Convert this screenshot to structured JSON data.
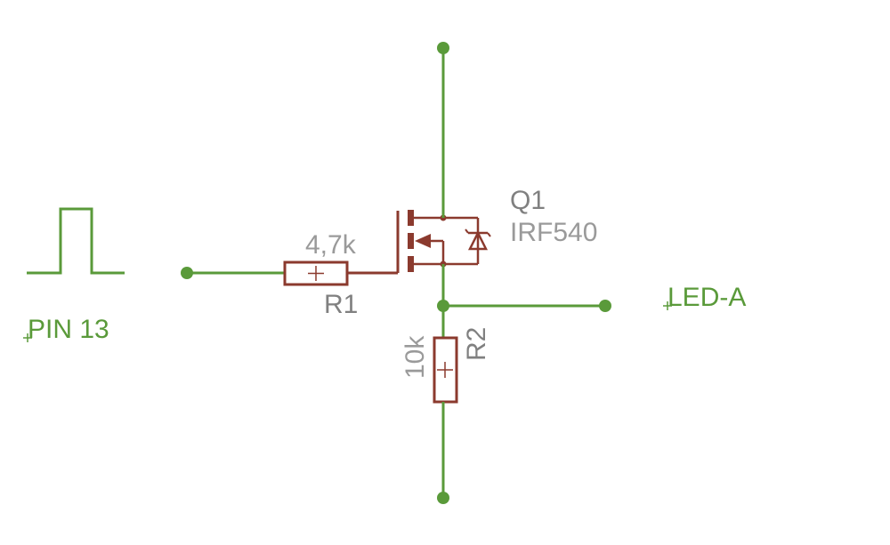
{
  "schematic": {
    "input_label": "PIN 13",
    "output_label": "LED-A",
    "r1": {
      "name": "R1",
      "value": "4,7k"
    },
    "r2": {
      "name": "R2",
      "value": "10k"
    },
    "q1": {
      "name": "Q1",
      "part": "IRF540"
    }
  },
  "colors": {
    "wire": "#5a9a3a",
    "component": "#8b3a2e",
    "value_text": "#9a9a9a",
    "name_text": "#808080",
    "net_text": "#5a9a3a"
  }
}
